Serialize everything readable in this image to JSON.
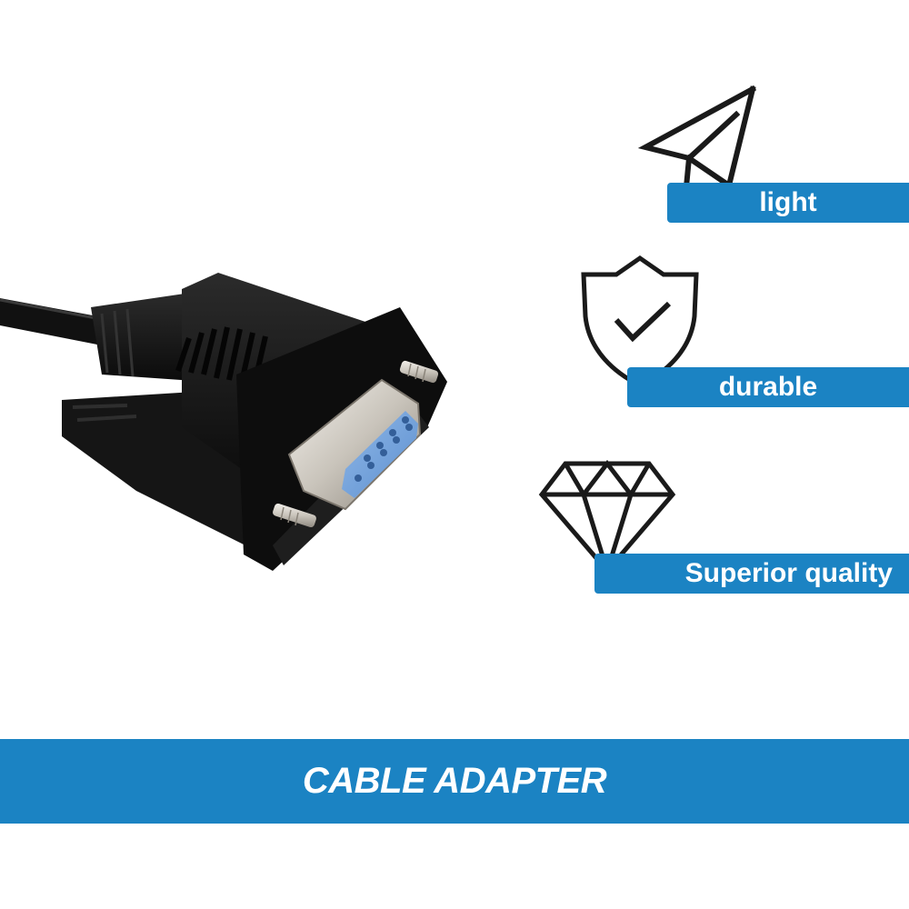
{
  "colors": {
    "accent": "#1b83c3",
    "icon_stroke": "#1a1a1a",
    "background": "#ffffff",
    "connector_insert": "#6f9fd6"
  },
  "product": {
    "icon": "db9-female-serial-connector"
  },
  "features": [
    {
      "label": "light",
      "icon": "paper-plane-icon"
    },
    {
      "label": "durable",
      "icon": "shield-check-icon"
    },
    {
      "label": "Superior quality",
      "icon": "diamond-icon"
    }
  ],
  "banner": {
    "title": "CABLE ADAPTER"
  }
}
